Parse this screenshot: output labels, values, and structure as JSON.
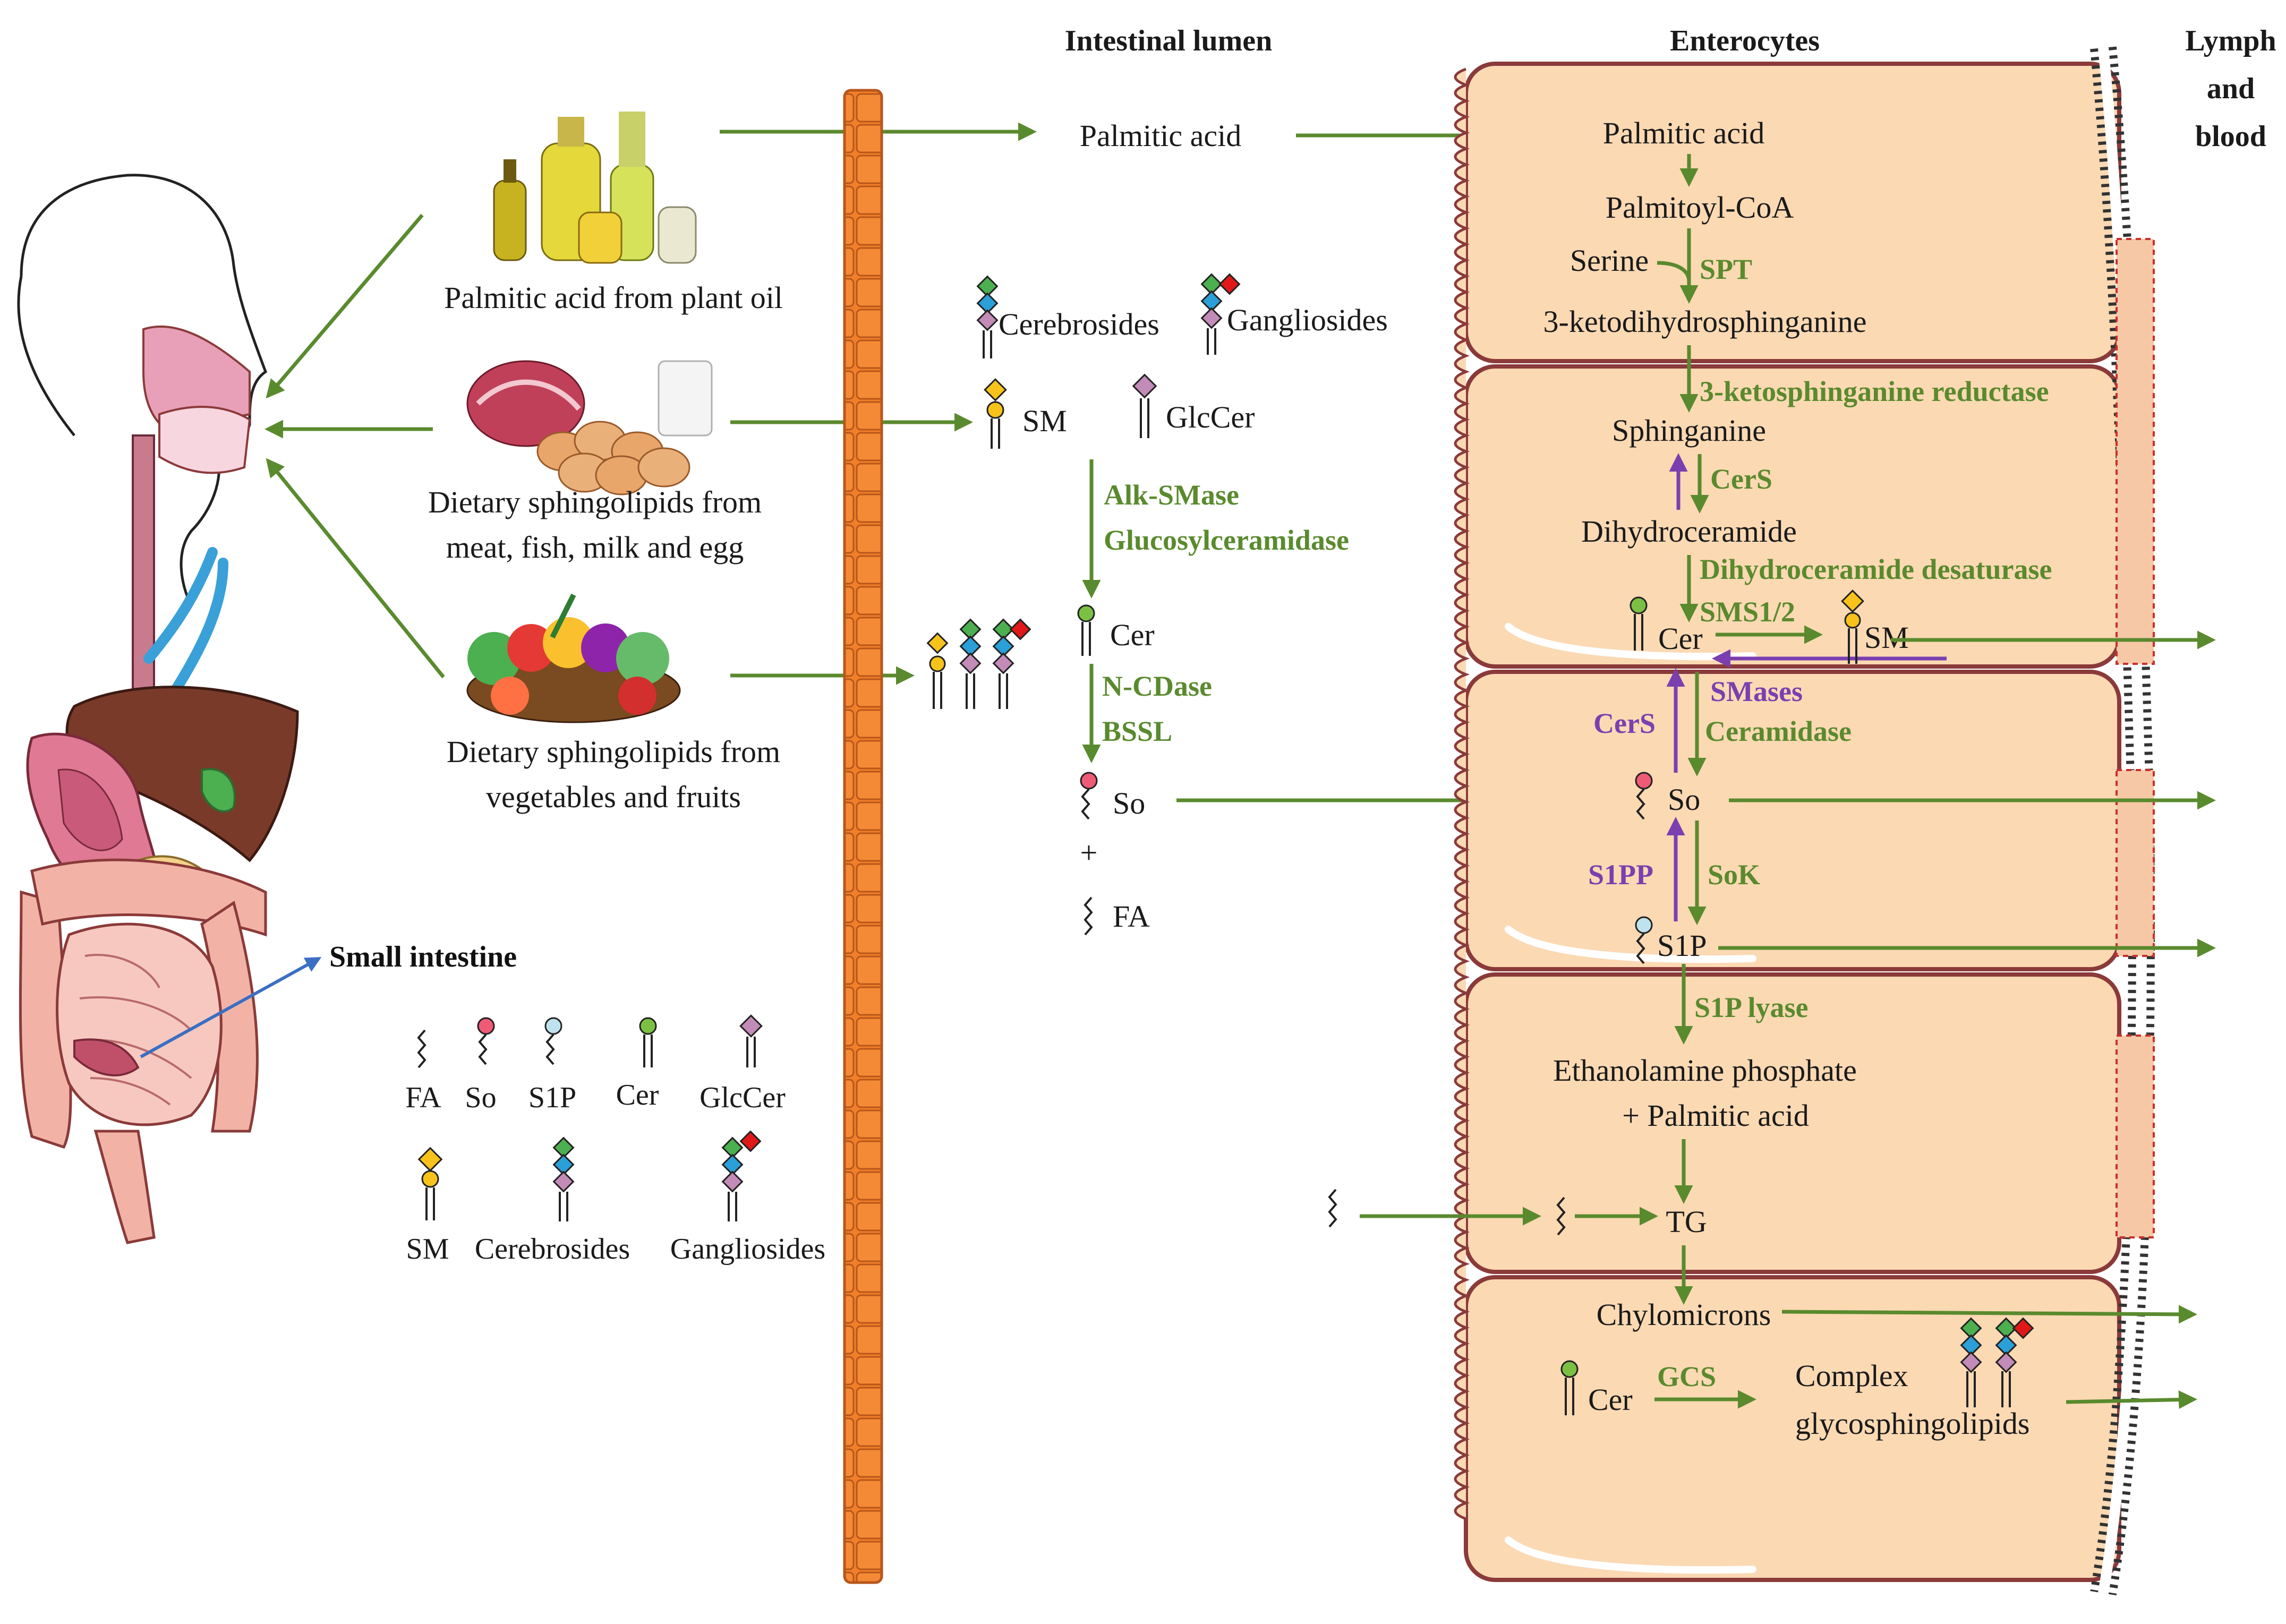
{
  "headers": {
    "lumen": "Intestinal lumen",
    "enterocytes": "Enterocytes",
    "lymph_line1": "Lymph",
    "lymph_line2": "and",
    "lymph_line3": "blood"
  },
  "sources": {
    "plant_oil": "Palmitic acid from plant oil",
    "animal_line1": "Dietary sphingolipids from",
    "animal_line2": "meat, fish, milk and egg",
    "veg_line1": "Dietary sphingolipids from",
    "veg_line2": "vegetables and fruits",
    "small_intestine": "Small intestine"
  },
  "legend": {
    "row1": [
      "FA",
      "So",
      "S1P",
      "Cer",
      "GlcCer"
    ],
    "row2": [
      "SM",
      "Cerebrosides",
      "Gangliosides"
    ]
  },
  "lumen": {
    "palmitic_acid": "Palmitic acid",
    "cerebrosides": "Cerebrosides",
    "gangliosides": "Gangliosides",
    "sm": "SM",
    "glccer": "GlcCer",
    "enzyme1a": "Alk-SMase",
    "enzyme1b": "Glucosylceramidase",
    "cer": "Cer",
    "enzyme2a": "N-CDase",
    "enzyme2b": "BSSL",
    "so": "So",
    "plus": "+",
    "fa": "FA"
  },
  "cell": {
    "palmitic_acid": "Palmitic acid",
    "palmitoyl_coa": "Palmitoyl-CoA",
    "serine": "Serine",
    "spt": "SPT",
    "ketodihydro": "3-ketodihydrosphinganine",
    "ketored": "3-ketosphinganine reductase",
    "sphinganine": "Sphinganine",
    "cers1": "CerS",
    "dihydroceramide": "Dihydroceramide",
    "desaturase": "Dihydroceramide desaturase",
    "sms": "SMS1/2",
    "cer": "Cer",
    "sm": "SM",
    "cers2": "CerS",
    "smases": "SMases",
    "ceramidase": "Ceramidase",
    "so": "So",
    "s1pp": "S1PP",
    "sok": "SoK",
    "s1p": "S1P",
    "s1p_lyase": "S1P lyase",
    "etp_line1": "Ethanolamine phosphate",
    "etp_line2": "+ Palmitic acid",
    "tg": "TG",
    "chylomicrons": "Chylomicrons",
    "cer2": "Cer",
    "gcs": "GCS",
    "complex_line1": "Complex",
    "complex_line2": "glycosphingolipids"
  },
  "colors": {
    "arrow_green": "#5a8a2e",
    "arrow_purple": "#7b3fb0",
    "cell_fill": "#fbd9b3",
    "cell_border": "#8b3a3a",
    "barrier": "#f07f2a",
    "blue_arrow": "#3a6fc4"
  }
}
